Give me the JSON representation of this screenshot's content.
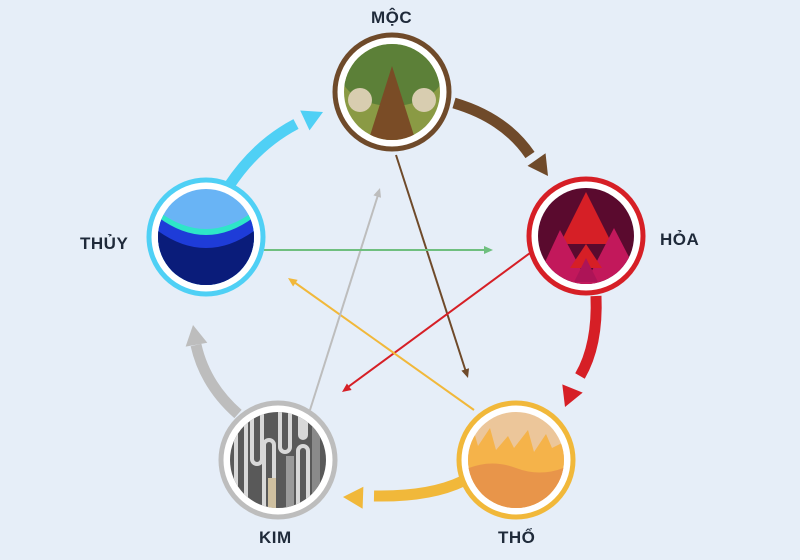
{
  "elements": {
    "moc": {
      "label": "MỘC",
      "color": "#6f4a2a"
    },
    "hoa": {
      "label": "HỎA",
      "color": "#d61f26"
    },
    "tho": {
      "label": "THỔ",
      "color": "#f1b83a"
    },
    "kim": {
      "label": "KIM",
      "color": "#b9b9b9"
    },
    "thuy": {
      "label": "THỦY",
      "color": "#4fd0f5"
    }
  },
  "generating_cycle": [
    {
      "from": "MỘC",
      "to": "HỎA",
      "color": "#6f4a2a"
    },
    {
      "from": "HỎA",
      "to": "THỔ",
      "color": "#d61f26"
    },
    {
      "from": "THỔ",
      "to": "KIM",
      "color": "#f1b83a"
    },
    {
      "from": "KIM",
      "to": "THỦY",
      "color": "#bdbdbd"
    },
    {
      "from": "THỦY",
      "to": "MỘC",
      "color": "#4fd0f5"
    }
  ],
  "controlling_cycle": [
    {
      "from": "MỘC",
      "to": "THỔ",
      "color": "#6f4a2a"
    },
    {
      "from": "HỎA",
      "to": "KIM",
      "color": "#d61f26"
    },
    {
      "from": "THỔ",
      "to": "THỦY",
      "color": "#f1b83a"
    },
    {
      "from": "KIM",
      "to": "MỘC",
      "color": "#bdbdbd"
    },
    {
      "from": "THỦY",
      "to": "HỎA",
      "color": "#6fbf7f"
    }
  ]
}
